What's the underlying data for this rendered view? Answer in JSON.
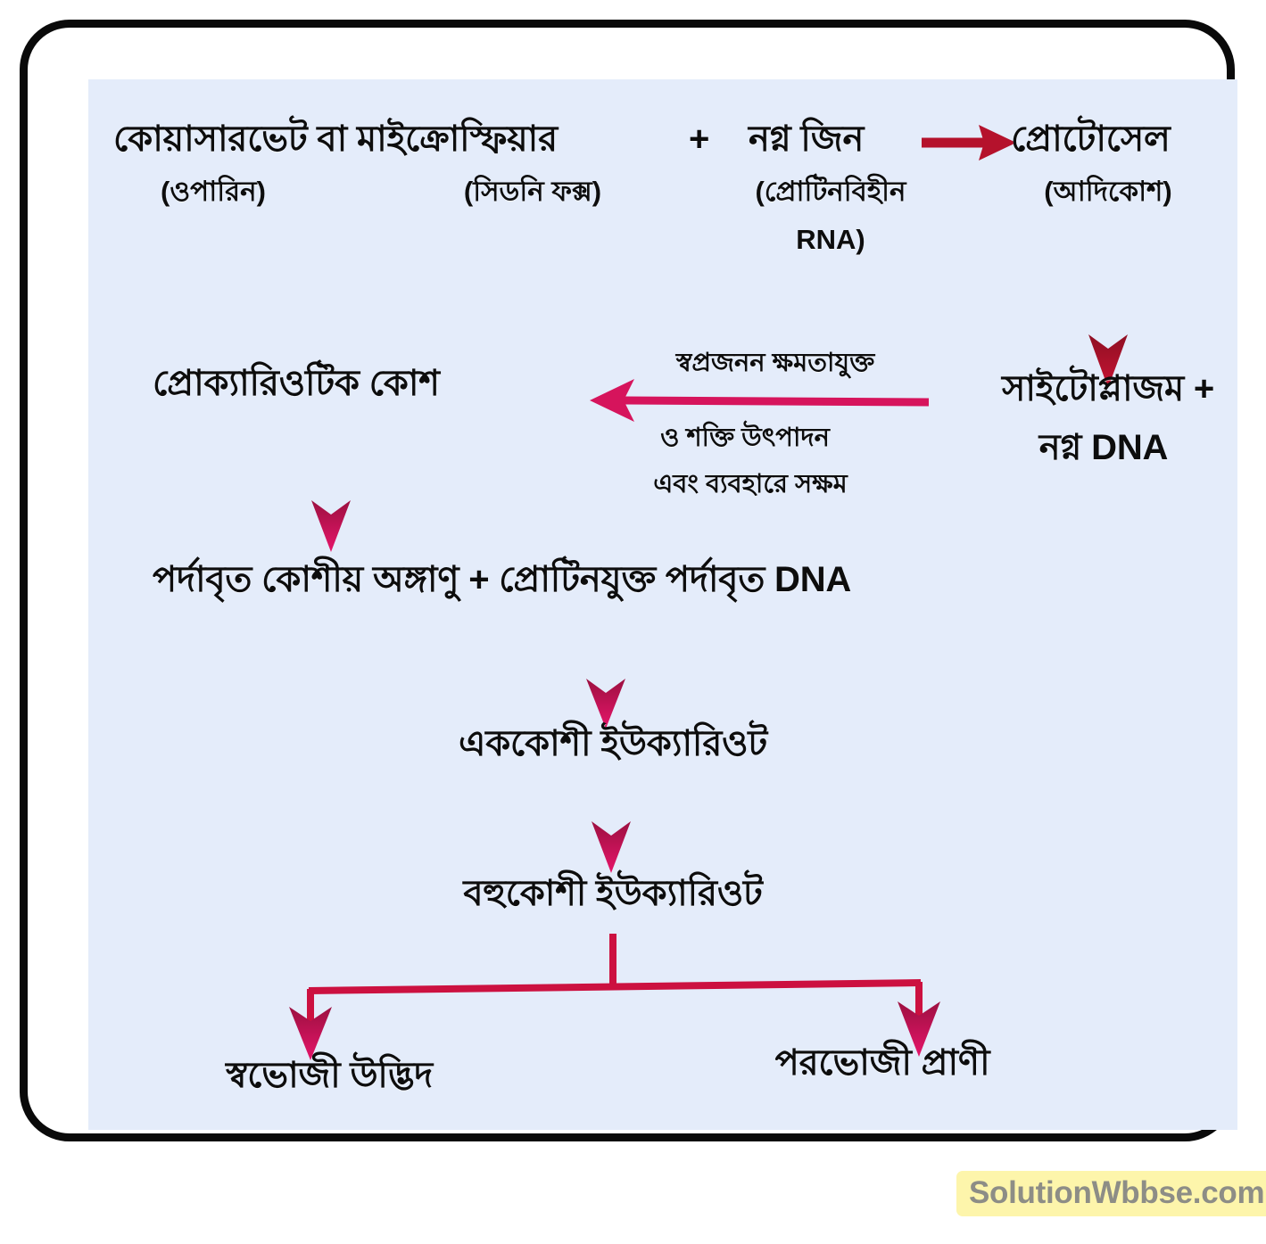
{
  "diagram": {
    "title": "Origin of life flow chart (Bengali)",
    "panel_bg": "#e4ecfa",
    "frame_color": "#0a0a0a",
    "arrow_colors": {
      "crimson": "#b5122c",
      "magenta": "#d6145c"
    },
    "nodes": {
      "coacervate": "কোয়াসারভেট বা মাইক্রোস্ফিয়ার",
      "coacervate_sub_left": "(ওপারিন)",
      "coacervate_sub_right": "(সিডনি ফক্স)",
      "plus_1": "+",
      "naked_gene": "নগ্ন জিন",
      "naked_gene_sub": "(প্রোটিনবিহীন\nRNA)",
      "naked_gene_sub_line1": "(প্রোটিনবিহীন",
      "naked_gene_sub_line2": "RNA)",
      "protocell": "প্রোটোসেল",
      "protocell_sub": "(আদিকোশ)",
      "cytoplasm_dna_line1": "সাইটোপ্লাজম +",
      "cytoplasm_dna_line2": "নগ্ন DNA",
      "prokaryotic_cell": "প্রোক্যারিওটিক কোশ",
      "annotation_line1": "স্বপ্রজনন ক্ষমতাযুক্ত",
      "annotation_line2": "ও শক্তি উৎপাদন",
      "annotation_line3": "এবং ব্যবহারে সক্ষম",
      "membrane_organelles": "পর্দাবৃত কোশীয় অঙ্গাণু + প্রোটিনযুক্ত পর্দাবৃত DNA",
      "unicellular_eukaryote": "এককোশী ইউক্যারিওট",
      "multicellular_eukaryote": "বহুকোশী ইউক্যারিওট",
      "autotroph_plant": "স্বভোজী উদ্ভিদ",
      "heterotroph_animal": "পরভোজী প্রাণী"
    }
  },
  "watermark": {
    "text": "SolutionWbbse.com",
    "bg_color": "#fdf5ab",
    "text_color": "#8d8d86"
  }
}
